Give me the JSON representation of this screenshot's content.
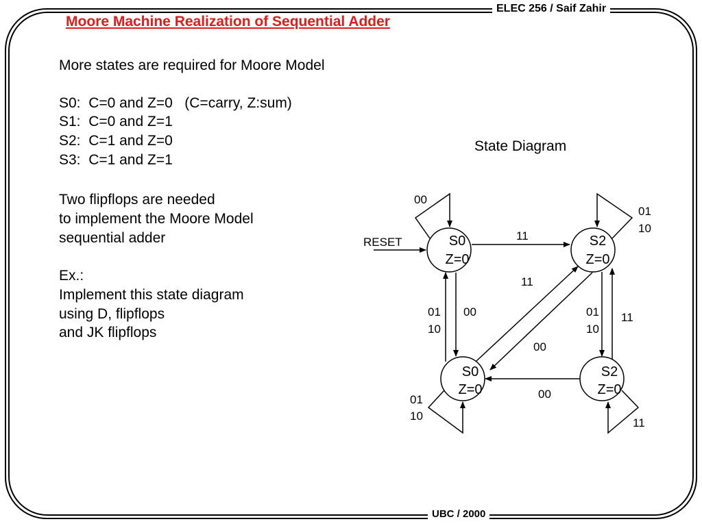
{
  "header": {
    "course": "ELEC 256 / Saif Zahir"
  },
  "footer": {
    "org": "UBC / 2000"
  },
  "title": "Moore Machine Realization of Sequential Adder",
  "body": {
    "lines": [
      "More states are required for Moore Model",
      "S0:  C=0 and Z=0   (C=carry, Z:sum)",
      "S1:  C=0 and Z=1",
      "S2:  C=1 and Z=0",
      "S3:  C=1 and Z=1",
      "Two flipflops are needed",
      "to implement the Moore Model",
      "sequential adder",
      "Ex.:",
      "Implement this state diagram",
      "using D, flipflops",
      "and JK flipflops"
    ]
  },
  "diagram": {
    "title": "State Diagram",
    "reset_label": "RESET",
    "states": {
      "top_left": {
        "name": "S0",
        "output": "Z=0"
      },
      "top_right": {
        "name": "S2",
        "output": "Z=0"
      },
      "bottom_left": {
        "name": "S0",
        "output": "Z=0"
      },
      "bottom_right": {
        "name": "S2",
        "output": "Z=0"
      }
    },
    "edge_labels": {
      "tl_self": "00",
      "tr_self_1": "01",
      "tr_self_2": "10",
      "tl_to_tr": "11",
      "bl_to_tr": "11",
      "tl_bl_left_1": "01",
      "tl_bl_left_2": "10",
      "tl_bl_right": "00",
      "tr_br_left_1": "01",
      "tr_br_left_2": "10",
      "br_tr_right": "11",
      "tr_to_bl": "00",
      "br_to_bl": "00",
      "bl_self_1": "01",
      "bl_self_2": "10",
      "br_self": "11"
    }
  }
}
